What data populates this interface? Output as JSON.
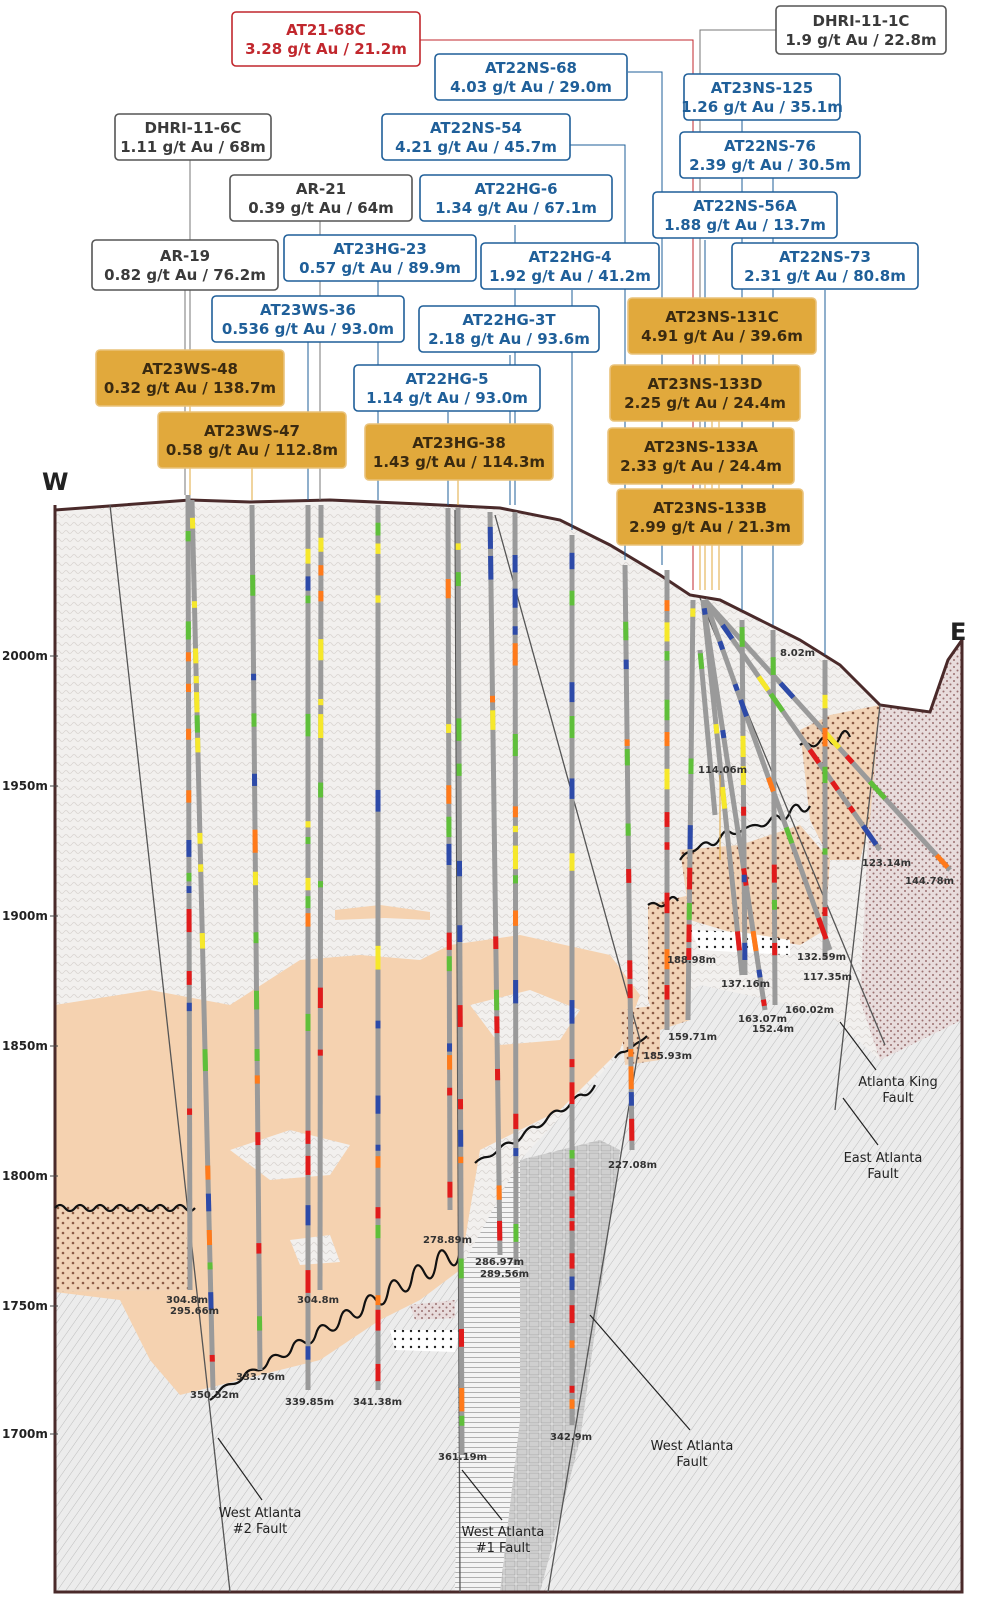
{
  "direction_labels": {
    "west": "W",
    "east": "E"
  },
  "colors": {
    "red_callout": "#c1272d",
    "blue_callout": "#1f5f99",
    "gray_callout": "#3a3a3a",
    "gold_fill": "#e1a93c",
    "gold_text": "#3a2a10",
    "drillhole": "#9a9a9a",
    "topo": "#4a2a2a",
    "sand_zone": "#f5d2b0",
    "brown_dots": "#8a5a44"
  },
  "elevations": [
    "2000m",
    "1950m",
    "1900m",
    "1850m",
    "1800m",
    "1750m",
    "1700m"
  ],
  "callouts": [
    {
      "name": "AT21-68C",
      "value": "3.28 g/t Au / 21.2m",
      "style": "red"
    },
    {
      "name": "DHRI-11-1C",
      "value": "1.9 g/t Au / 22.8m",
      "style": "gray"
    },
    {
      "name": "AT22NS-68",
      "value": "4.03 g/t Au / 29.0m",
      "style": "blue"
    },
    {
      "name": "AT23NS-125",
      "value": "1.26 g/t Au / 35.1m",
      "style": "blue"
    },
    {
      "name": "DHRI-11-6C",
      "value": "1.11 g/t Au / 68m",
      "style": "gray"
    },
    {
      "name": "AT22NS-54",
      "value": "4.21 g/t Au / 45.7m",
      "style": "blue"
    },
    {
      "name": "AT22NS-76",
      "value": "2.39 g/t Au / 30.5m",
      "style": "blue"
    },
    {
      "name": "AR-21",
      "value": "0.39 g/t Au / 64m",
      "style": "gray"
    },
    {
      "name": "AT22HG-6",
      "value": "1.34 g/t Au / 67.1m",
      "style": "blue"
    },
    {
      "name": "AT22NS-56A",
      "value": "1.88 g/t Au / 13.7m",
      "style": "blue"
    },
    {
      "name": "AR-19",
      "value": "0.82 g/t Au / 76.2m",
      "style": "gray"
    },
    {
      "name": "AT23HG-23",
      "value": "0.57 g/t Au / 89.9m",
      "style": "blue"
    },
    {
      "name": "AT22HG-4",
      "value": "1.92 g/t Au / 41.2m",
      "style": "blue"
    },
    {
      "name": "AT22NS-73",
      "value": "2.31 g/t Au / 80.8m",
      "style": "blue"
    },
    {
      "name": "AT23WS-36",
      "value": "0.536 g/t Au / 93.0m",
      "style": "blue"
    },
    {
      "name": "AT22HG-3T",
      "value": "2.18 g/t Au / 93.6m",
      "style": "blue"
    },
    {
      "name": "AT23NS-131C",
      "value": "4.91 g/t Au / 39.6m",
      "style": "gold"
    },
    {
      "name": "AT23WS-48",
      "value": "0.32 g/t Au / 138.7m",
      "style": "gold"
    },
    {
      "name": "AT22HG-5",
      "value": "1.14 g/t Au / 93.0m",
      "style": "blue"
    },
    {
      "name": "AT23NS-133D",
      "value": "2.25 g/t Au / 24.4m",
      "style": "gold"
    },
    {
      "name": "AT23WS-47",
      "value": "0.58 g/t Au / 112.8m",
      "style": "gold"
    },
    {
      "name": "AT23HG-38",
      "value": "1.43 g/t Au / 114.3m",
      "style": "gold"
    },
    {
      "name": "AT23NS-133A",
      "value": "2.33 g/t Au / 24.4m",
      "style": "gold"
    },
    {
      "name": "AT23NS-133B",
      "value": "2.99 g/t Au / 21.3m",
      "style": "gold"
    }
  ],
  "depth_labels": [
    "8.02m",
    "114.06m",
    "123.14m",
    "144.78m",
    "188.98m",
    "132.59m",
    "117.35m",
    "137.16m",
    "160.02m",
    "163.07m",
    "152.4m",
    "159.71m",
    "185.93m",
    "227.08m",
    "278.89m",
    "286.97m",
    "289.56m",
    "304.8m",
    "295.66m",
    "304.8m",
    "333.76m",
    "339.85m",
    "341.38m",
    "350.52m",
    "361.19m",
    "342.9m"
  ],
  "faults": [
    "Atlanta King\nFault",
    "East Atlanta\nFault",
    "West Atlanta\nFault",
    "West Atlanta\n#2 Fault",
    "West Atlanta\n#1 Fault"
  ]
}
